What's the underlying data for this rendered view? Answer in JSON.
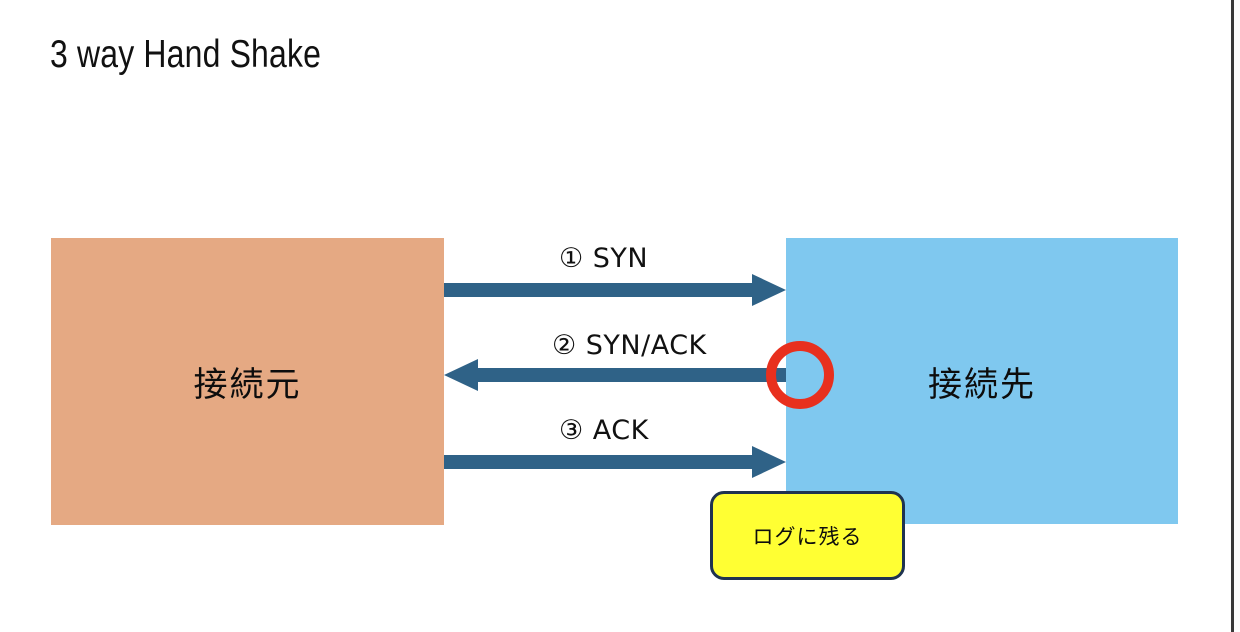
{
  "slide": {
    "title": "3 way Hand Shake",
    "background_color": "#ffffff",
    "frame_edge_color": "#3a3a3a"
  },
  "nodes": [
    {
      "id": "source",
      "label": "接続元",
      "color": "#e5a983"
    },
    {
      "id": "destination",
      "label": "接続先",
      "color": "#7fc8ef"
    }
  ],
  "arrows": [
    {
      "step": "1",
      "label": "① SYN",
      "direction": "right",
      "color": "#2f6287"
    },
    {
      "step": "2",
      "label": "② SYN/ACK",
      "direction": "left",
      "color": "#2f6287"
    },
    {
      "step": "3",
      "label": "③ ACK",
      "direction": "right",
      "color": "#2f6287"
    }
  ],
  "annotations": {
    "highlight_ring": {
      "name": "red-circle-highlight",
      "color": "#e8301e"
    },
    "callout": {
      "text": "ログに残る",
      "fill_color": "#ffff33",
      "border_color": "#1f3350"
    }
  }
}
